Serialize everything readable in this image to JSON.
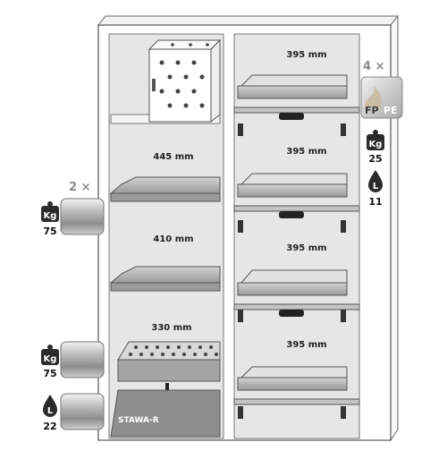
{
  "cabinet": {
    "left_compartments": [
      {
        "height_label": "445 mm"
      },
      {
        "height_label": "410 mm"
      },
      {
        "height_label": "330 mm"
      }
    ],
    "right_compartments": [
      {
        "height_label": "395 mm"
      },
      {
        "height_label": "395 mm"
      },
      {
        "height_label": "395 mm"
      },
      {
        "height_label": "395 mm"
      }
    ],
    "bottom_sump_label": "STAWA-R"
  },
  "left_accessories": {
    "shelf_group": {
      "count": "2 ×",
      "weight_glyph": "Kg",
      "weight": "75"
    },
    "sump_group": {
      "weight_glyph": "Kg",
      "weight": "75",
      "volume_glyph": "L",
      "volume": "22"
    }
  },
  "right_accessories": {
    "tray_count": "4 ×",
    "material_fp": "FP",
    "material_pe": "PE",
    "weight_glyph": "Kg",
    "weight": "25",
    "volume_glyph": "L",
    "volume": "11"
  },
  "colors": {
    "cabinet_interior": "#e6e6e6",
    "cabinet_frame": "#ffffff",
    "outline": "#555555",
    "tray": "#b8b8b8",
    "tray_dark": "#8e8e8e",
    "badge_dark": "#2b2b2b",
    "count_grey": "#8a8a8a"
  }
}
